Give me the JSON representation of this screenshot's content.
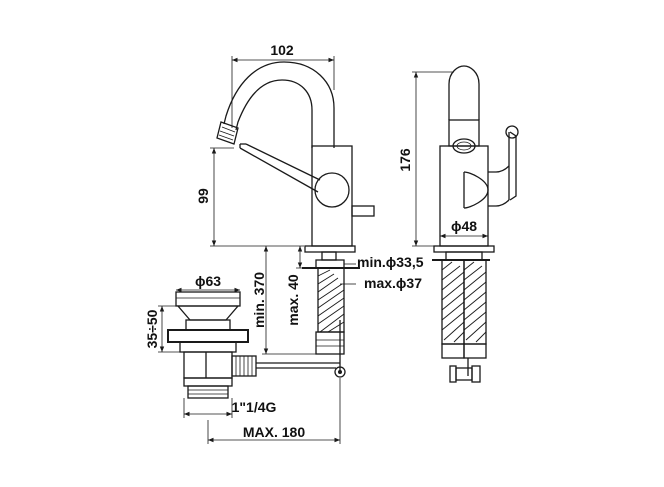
{
  "dimensions": {
    "spout_reach": "102",
    "spout_height": "99",
    "total_height": "176",
    "body_diameter": "ϕ48",
    "hole_min": "min.ϕ33,5",
    "hole_max": "max.ϕ37",
    "hose_length": "min. 370",
    "deck_thickness": "max. 40",
    "waste_diameter": "ϕ63",
    "waste_height": "35÷50",
    "thread": "1\"1/4G",
    "rod_length": "MAX. 180"
  },
  "colors": {
    "line": "#1a1a1a",
    "background": "#ffffff"
  }
}
